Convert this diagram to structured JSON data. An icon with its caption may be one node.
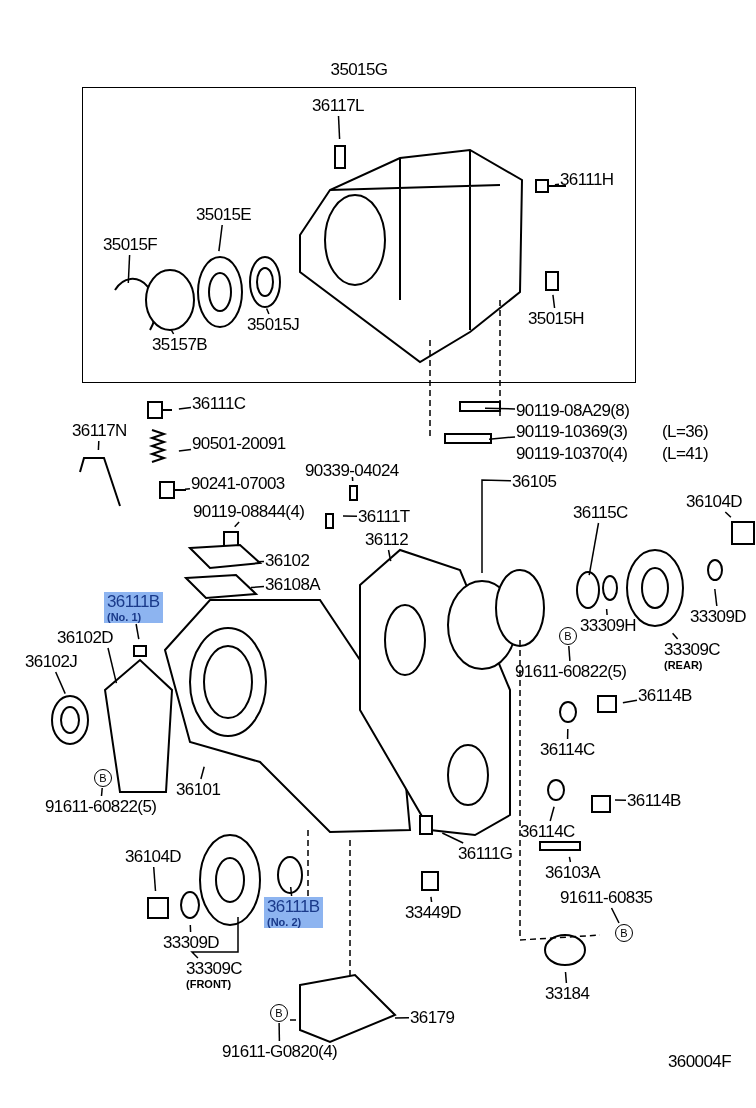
{
  "diagram": {
    "nodes": [
      {
        "text": [
          "35015G"
        ]
      },
      {
        "text": [
          "36117L"
        ],
        "in": 0
      },
      {
        "text": [
          "36111H"
        ],
        "in": 0
      },
      {
        "text": [
          "35015E"
        ],
        "in": 0
      },
      {
        "text": [
          "35015F"
        ],
        "in": 0
      },
      {
        "text": [
          "35015H"
        ],
        "in": 0
      },
      {
        "text": [
          "35157B"
        ],
        "in": 0
      },
      {
        "text": [
          "35015J"
        ],
        "in": 0
      },
      {
        "text": [
          "36111C"
        ]
      },
      {
        "text": [
          "90501-20091"
        ]
      },
      {
        "text": [
          "36117N"
        ]
      },
      {
        "text": [
          "90241-07003"
        ]
      },
      {
        "text": [
          "90339-04024"
        ]
      },
      {
        "text": [
          "90119-08844(4)"
        ]
      },
      {
        "text": [
          "36111T"
        ]
      },
      {
        "text": [
          "36112"
        ]
      },
      {
        "text": [
          "36102"
        ]
      },
      {
        "text": [
          "36108A"
        ]
      },
      {
        "text": [
          "36105"
        ]
      },
      {
        "text": [
          "36115C"
        ]
      },
      {
        "text": [
          "36104D"
        ]
      },
      {
        "text": [
          "90119-08A29(8)"
        ]
      },
      {
        "text": [
          "90119-10369(3)"
        ]
      },
      {
        "text": [
          "36111B",
          "(No. 1)"
        ]
      },
      {
        "text": [
          "36102D"
        ]
      },
      {
        "text": [
          "36102J"
        ]
      },
      {
        "text": [
          "33309H"
        ]
      },
      {
        "text": [
          "33309D"
        ]
      },
      {
        "text": [
          "33309C",
          "(REAR)"
        ]
      },
      {
        "text": [
          "91611-60822(5)"
        ]
      },
      {
        "text": [
          "B"
        ]
      },
      {
        "text": [
          "36114B"
        ]
      },
      {
        "text": [
          "36114C"
        ]
      },
      {
        "text": [
          "36101"
        ]
      },
      {
        "text": [
          "B"
        ]
      },
      {
        "text": [
          "91611-60822(5)"
        ]
      },
      {
        "text": [
          "36114B"
        ]
      },
      {
        "text": [
          "36114C"
        ]
      },
      {
        "text": [
          "36111G"
        ]
      },
      {
        "text": [
          "36103A"
        ]
      },
      {
        "text": [
          "36104D"
        ]
      },
      {
        "text": [
          "36111B",
          "(No. 2)"
        ]
      },
      {
        "text": [
          "33449D"
        ]
      },
      {
        "text": [
          "91611-60835"
        ]
      },
      {
        "text": [
          "B"
        ]
      },
      {
        "text": [
          "33309D"
        ]
      },
      {
        "text": [
          "33309C",
          "(FRONT)"
        ]
      },
      {
        "text": [
          "33184"
        ]
      },
      {
        "text": [
          "36179"
        ]
      },
      {
        "text": [
          "B"
        ]
      },
      {
        "text": [
          "91611-G0820(4)"
        ]
      }
    ],
    "edges": [
      {
        "from": 1,
        "to": null,
        "arrow": "none"
      },
      {
        "from": 2,
        "to": null,
        "arrow": "none"
      },
      {
        "from": 3,
        "to": null,
        "arrow": "none"
      },
      {
        "from": 4,
        "to": null,
        "arrow": "none"
      },
      {
        "from": 5,
        "to": null,
        "arrow": "none"
      },
      {
        "from": 6,
        "to": null,
        "arrow": "none"
      },
      {
        "from": 7,
        "to": null,
        "arrow": "none"
      },
      {
        "from": 8,
        "to": null,
        "arrow": "none"
      },
      {
        "from": 9,
        "to": null,
        "arrow": "none"
      },
      {
        "from": 10,
        "to": null,
        "arrow": "none"
      },
      {
        "from": 11,
        "to": null,
        "arrow": "none"
      },
      {
        "from": 12,
        "to": null,
        "arrow": "none"
      },
      {
        "from": 13,
        "to": null,
        "arrow": "none"
      },
      {
        "from": 14,
        "to": null,
        "arrow": "none"
      },
      {
        "from": 15,
        "to": null,
        "arrow": "none"
      },
      {
        "from": 16,
        "to": null,
        "arrow": "none"
      },
      {
        "from": 17,
        "to": null,
        "arrow": "none"
      },
      {
        "from": 18,
        "to": null,
        "arrow": "none"
      },
      {
        "from": 19,
        "to": null,
        "arrow": "none"
      },
      {
        "from": 20,
        "to": null,
        "arrow": "none"
      },
      {
        "from": 21,
        "to": null,
        "arrow": "none"
      },
      {
        "from": 22,
        "to": null,
        "arrow": "none"
      },
      {
        "from": 23,
        "to": null,
        "arrow": "none"
      },
      {
        "from": 24,
        "to": null,
        "arrow": "none"
      },
      {
        "from": 25,
        "to": null,
        "arrow": "none"
      },
      {
        "from": 26,
        "to": null,
        "arrow": "none"
      },
      {
        "from": 27,
        "to": null,
        "arrow": "none"
      },
      {
        "from": 28,
        "to": null,
        "arrow": "none"
      },
      {
        "from": 29,
        "to": 30,
        "arrow": "none"
      },
      {
        "from": 31,
        "to": null,
        "arrow": "none"
      },
      {
        "from": 32,
        "to": null,
        "arrow": "none"
      },
      {
        "from": 33,
        "to": null,
        "arrow": "none"
      },
      {
        "from": 35,
        "to": 34,
        "arrow": "none"
      },
      {
        "from": 36,
        "to": null,
        "arrow": "none"
      },
      {
        "from": 37,
        "to": null,
        "arrow": "none"
      },
      {
        "from": 38,
        "to": null,
        "arrow": "none"
      },
      {
        "from": 39,
        "to": null,
        "arrow": "none"
      },
      {
        "from": 40,
        "to": null,
        "arrow": "none"
      },
      {
        "from": 41,
        "to": null,
        "arrow": "none"
      },
      {
        "from": 42,
        "to": null,
        "arrow": "none"
      },
      {
        "from": 43,
        "to": 44,
        "arrow": "none"
      },
      {
        "from": 45,
        "to": null,
        "arrow": "none"
      },
      {
        "from": 46,
        "to": null,
        "arrow": "none"
      },
      {
        "from": 47,
        "to": null,
        "arrow": "none"
      },
      {
        "from": 48,
        "to": null,
        "arrow": "none"
      },
      {
        "from": 50,
        "to": 49,
        "arrow": "none"
      }
    ],
    "labels": [
      "90119-10370(4)",
      "(L=36)",
      "(L=41)",
      "360004F"
    ]
  }
}
